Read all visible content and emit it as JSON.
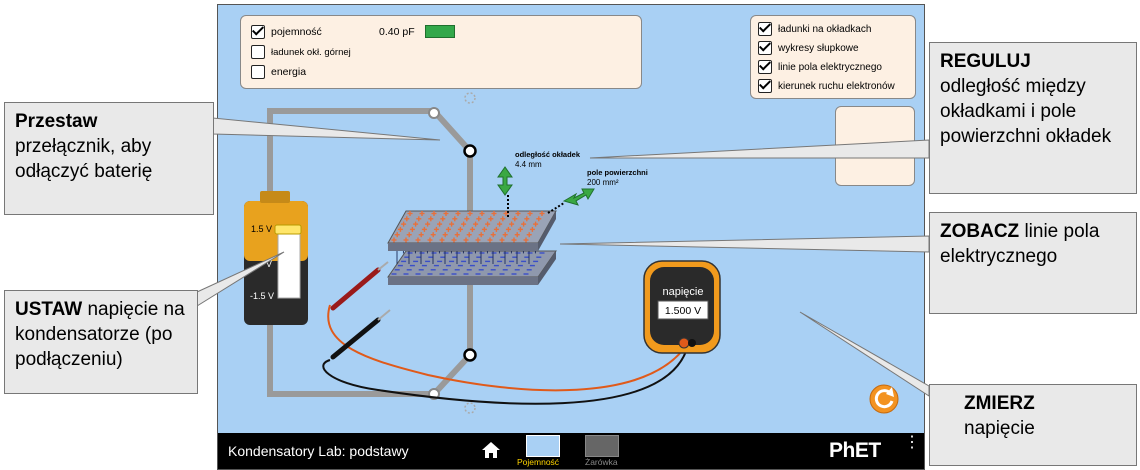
{
  "top_panel": {
    "capacitance_label": "pojemność",
    "capacitance_value": "0.40 pF",
    "top_plate_charge_label": "ładunek okł. górnej",
    "energy_label": "energia"
  },
  "view_panel": {
    "plate_charges": "ładunki na okładkach",
    "bar_graphs": "wykresy słupkowe",
    "field_lines": "linie pola elektrycznego",
    "electron_flow": "kierunek ruchu elektronów"
  },
  "labels": {
    "plate_separation_title": "odległość okładek",
    "plate_separation_value": "4.4 mm",
    "plate_area_title": "pole powierzchni",
    "plate_area_value": "200 mm²",
    "battery_top": "1.5 V",
    "battery_bottom": "-1.5 V",
    "battery_mid": "V",
    "voltmeter_title": "napięcie",
    "voltmeter_value": "1.500 V"
  },
  "navbar": {
    "title": "Kondensatory Lab: podstawy",
    "tab_capacitance": "Pojemność",
    "tab_bulb": "Żarówka",
    "brand": "PhET"
  },
  "callouts": {
    "switch_bold": "Przestaw",
    "switch_text": "przełącznik, aby odłączyć baterię",
    "adjust_bold": "REGULUJ",
    "adjust_text": "odległość między okładkami i pole powierzchni okładek",
    "see_bold": "ZOBACZ",
    "see_text": "linie pola elektrycznego",
    "set_bold": "USTAW",
    "set_text": "napięcie na kondensatorze (po podłączeniu)",
    "measure_bold": "ZMIERZ",
    "measure_text": "napięcie"
  },
  "colors": {
    "background": "#a9d0f4",
    "panel": "#fdf0e3",
    "capacitance_bar": "#33a84a",
    "positive_plate": "#e8703a",
    "negative_plate": "#3a4fc8",
    "meter_body": "#f19a1d",
    "reset_button": "#f39321"
  }
}
